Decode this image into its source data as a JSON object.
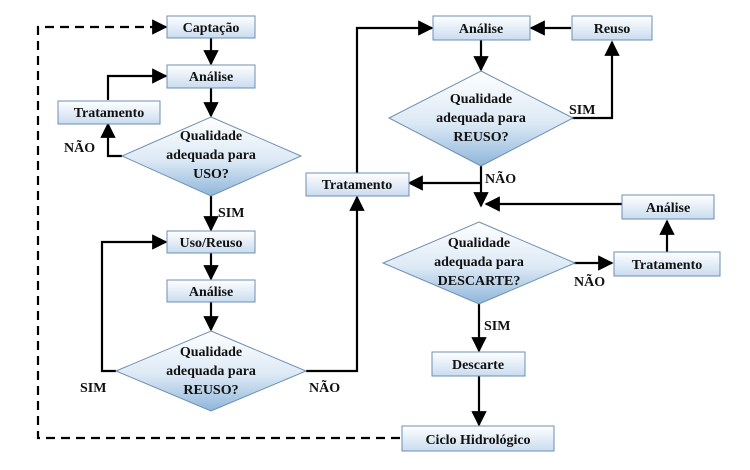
{
  "nodes": {
    "captacao": "Captação",
    "analise_left_top": "Análise",
    "tratamento_left": "Tratamento",
    "decision_uso": [
      "Qualidade",
      "adequada para",
      "USO?"
    ],
    "uso_reuso": "Uso/Reuso",
    "analise_left_mid": "Análise",
    "decision_reuso_left": [
      "Qualidade",
      "adequada para",
      "REUSO?"
    ],
    "tratamento_mid": "Tratamento",
    "analise_right_top": "Análise",
    "reuso": "Reuso",
    "decision_reuso_right": [
      "Qualidade",
      "adequada para",
      "REUSO?"
    ],
    "analise_right_mid": "Análise",
    "decision_descarte": [
      "Qualidade",
      "adequada para",
      "DESCARTE?"
    ],
    "tratamento_right": "Tratamento",
    "descarte": "Descarte",
    "ciclo": "Ciclo Hidrológico"
  },
  "edge_labels": {
    "nao_uso": "NÃO",
    "sim_uso": "SIM",
    "sim_reuso_left": "SIM",
    "nao_reuso_left": "NÃO",
    "sim_reuso_right": "SIM",
    "nao_reuso_right": "NÃO",
    "nao_descarte": "NÃO",
    "sim_descarte": "SIM"
  },
  "colors": {
    "box_fill_top": "#ffffff",
    "box_fill_bottom": "#c9dcef",
    "diamond_fill_top": "#ffffff",
    "diamond_fill_bottom": "#9fc2e1",
    "stroke": "#6e8fb3",
    "line": "#000000"
  }
}
